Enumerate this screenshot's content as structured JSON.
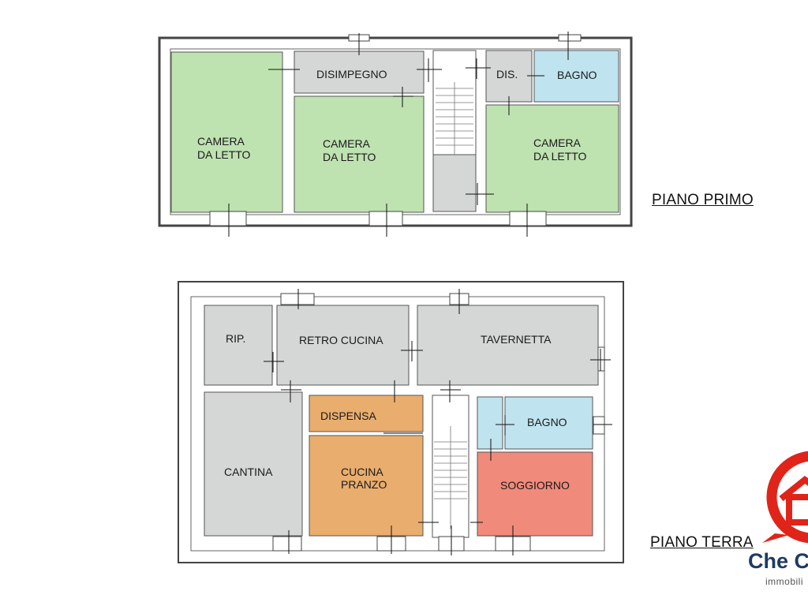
{
  "floors": {
    "first": {
      "title": "PIANO PRIMO",
      "rooms": {
        "camera1": [
          "CAMERA",
          "DA LETTO"
        ],
        "disimpegno": "DISIMPEGNO",
        "camera2": [
          "CAMERA",
          "DA LETTO"
        ],
        "dis": "DIS.",
        "bagno": "BAGNO",
        "camera3": [
          "CAMERA",
          "DA LETTO"
        ]
      }
    },
    "ground": {
      "title": "PIANO TERRA",
      "rooms": {
        "rip": "RIP.",
        "retro_cucina": "RETRO CUCINA",
        "tavernetta": "TAVERNETTA",
        "dispensa": "DISPENSA",
        "bagno": "BAGNO",
        "cantina": "CANTINA",
        "cucina_pranzo": [
          "CUCINA",
          "PRANZO"
        ],
        "soggiorno": "SOGGIORNO"
      }
    }
  },
  "colors": {
    "bedroom": "#bfe2b1",
    "service": "#d4d7d6",
    "bath": "#bfe3ef",
    "kitchen": "#e9ad6e",
    "living": "#f08a7a",
    "wall": "#444444",
    "brand_red": "#e02419",
    "brand_blue": "#1f3a63"
  },
  "logo": {
    "name": "Che C",
    "subtitle": "immobili",
    "icon": "house-icon"
  }
}
